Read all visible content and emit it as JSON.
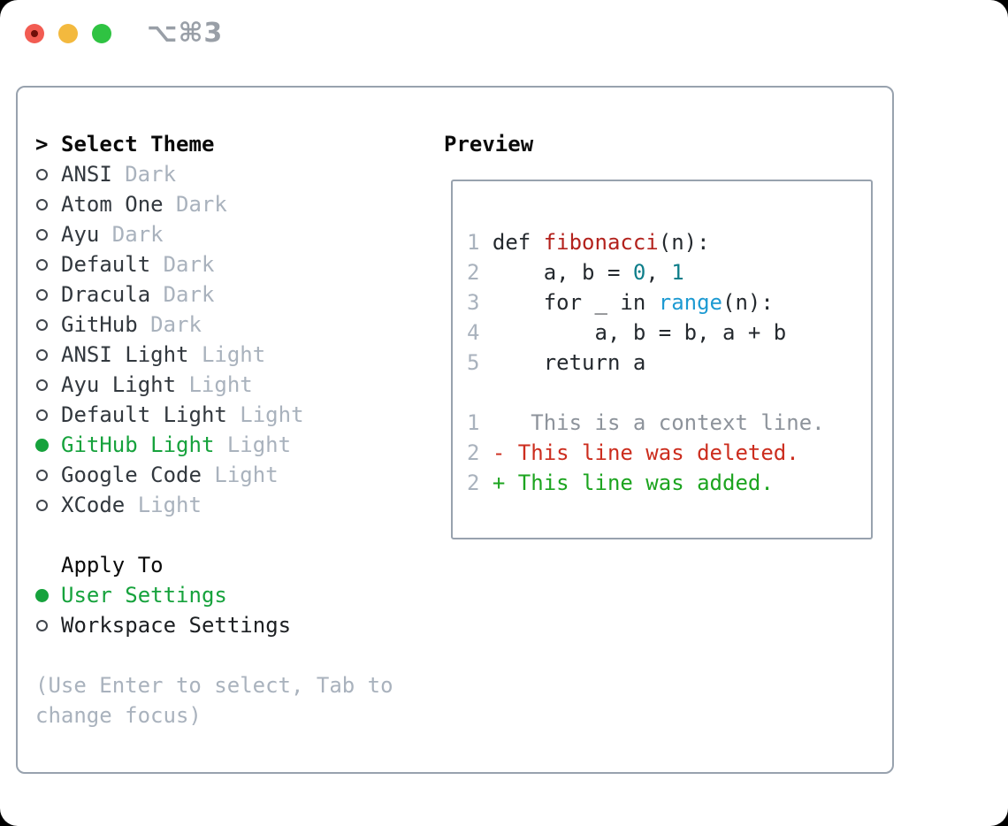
{
  "window": {
    "shortcut_label": "⌥⌘3",
    "traffic_lights": [
      "close",
      "minimize",
      "zoom"
    ]
  },
  "theme_panel": {
    "prompt": ">",
    "title": "Select Theme",
    "items": [
      {
        "name": "ANSI",
        "variant": "Dark",
        "selected": false
      },
      {
        "name": "Atom One",
        "variant": "Dark",
        "selected": false
      },
      {
        "name": "Ayu",
        "variant": "Dark",
        "selected": false
      },
      {
        "name": "Default",
        "variant": "Dark",
        "selected": false
      },
      {
        "name": "Dracula",
        "variant": "Dark",
        "selected": false
      },
      {
        "name": "GitHub",
        "variant": "Dark",
        "selected": false
      },
      {
        "name": "ANSI Light",
        "variant": "Light",
        "selected": false
      },
      {
        "name": "Ayu Light",
        "variant": "Light",
        "selected": false
      },
      {
        "name": "Default Light",
        "variant": "Light",
        "selected": false
      },
      {
        "name": "GitHub Light",
        "variant": "Light",
        "selected": true
      },
      {
        "name": "Google Code",
        "variant": "Light",
        "selected": false
      },
      {
        "name": "XCode",
        "variant": "Light",
        "selected": false
      }
    ],
    "apply_to": {
      "title": "Apply To",
      "options": [
        {
          "label": "User Settings",
          "selected": true
        },
        {
          "label": "Workspace Settings",
          "selected": false
        }
      ]
    },
    "hint_line1": "(Use Enter to select, Tab to",
    "hint_line2": "change focus)"
  },
  "preview": {
    "title": "Preview",
    "code_lines": [
      {
        "num": "1",
        "tokens": [
          {
            "t": "def ",
            "c": "code"
          },
          {
            "t": "fibonacci",
            "c": "func"
          },
          {
            "t": "(n):",
            "c": "code"
          }
        ]
      },
      {
        "num": "2",
        "tokens": [
          {
            "t": "    a, b = ",
            "c": "code"
          },
          {
            "t": "0",
            "c": "num"
          },
          {
            "t": ", ",
            "c": "code"
          },
          {
            "t": "1",
            "c": "num"
          }
        ]
      },
      {
        "num": "3",
        "tokens": [
          {
            "t": "    for _ in ",
            "c": "code"
          },
          {
            "t": "range",
            "c": "builtin"
          },
          {
            "t": "(n):",
            "c": "code"
          }
        ]
      },
      {
        "num": "4",
        "tokens": [
          {
            "t": "        a, b = b, a + b",
            "c": "code"
          }
        ]
      },
      {
        "num": "5",
        "tokens": [
          {
            "t": "    return a",
            "c": "code"
          }
        ]
      },
      {
        "num": "",
        "tokens": []
      },
      {
        "num": "1",
        "tokens": [
          {
            "t": "   This is a context line.",
            "c": "context"
          }
        ]
      },
      {
        "num": "2",
        "tokens": [
          {
            "t": "- This line was deleted.",
            "c": "deleted"
          }
        ]
      },
      {
        "num": "2",
        "tokens": [
          {
            "t": "+ This line was added.",
            "c": "added"
          }
        ]
      }
    ]
  },
  "colors": {
    "accent_green": "#16a23c",
    "text_dark": "#32383e",
    "muted_gray": "#a9b2bd",
    "border_gray": "#98a2ae",
    "syntax_function": "#b3221d",
    "syntax_number": "#0e7e8a",
    "syntax_builtin": "#1d9ad2",
    "diff_context": "#8d939b",
    "diff_deleted": "#cc2d1e",
    "diff_added": "#1ca41f",
    "traffic_red": "#f25c52",
    "traffic_yellow": "#f3b93e",
    "traffic_green": "#2fc342"
  }
}
